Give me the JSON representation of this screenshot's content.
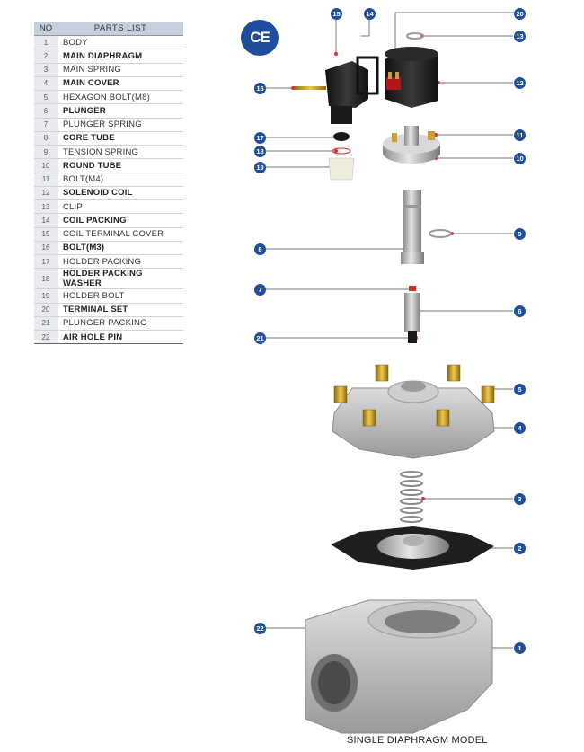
{
  "parts_list": {
    "header_no": "NO",
    "header_title": "PARTS  LIST",
    "items": [
      {
        "no": "1",
        "name": "BODY",
        "bold": false
      },
      {
        "no": "2",
        "name": "MAIN DIAPHRAGM",
        "bold": true
      },
      {
        "no": "3",
        "name": "MAIN SPRING",
        "bold": false
      },
      {
        "no": "4",
        "name": "MAIN COVER",
        "bold": true
      },
      {
        "no": "5",
        "name": "HEXAGON BOLT(M8)",
        "bold": false
      },
      {
        "no": "6",
        "name": "PLUNGER",
        "bold": true
      },
      {
        "no": "7",
        "name": "PLUNGER SPRING",
        "bold": false
      },
      {
        "no": "8",
        "name": "CORE TUBE",
        "bold": true
      },
      {
        "no": "9",
        "name": "TENSION SPRING",
        "bold": false
      },
      {
        "no": "10",
        "name": "ROUND TUBE",
        "bold": true
      },
      {
        "no": "11",
        "name": "BOLT(M4)",
        "bold": false
      },
      {
        "no": "12",
        "name": "SOLENOID COIL",
        "bold": true
      },
      {
        "no": "13",
        "name": "CLIP",
        "bold": false
      },
      {
        "no": "14",
        "name": "COIL PACKING",
        "bold": true
      },
      {
        "no": "15",
        "name": "COIL TERMINAL COVER",
        "bold": false
      },
      {
        "no": "16",
        "name": "BOLT(M3)",
        "bold": true
      },
      {
        "no": "17",
        "name": "HOLDER PACKING",
        "bold": false
      },
      {
        "no": "18",
        "name": "HOLDER PACKING WASHER",
        "bold": true
      },
      {
        "no": "19",
        "name": "HOLDER BOLT",
        "bold": false
      },
      {
        "no": "20",
        "name": "TERMINAL SET",
        "bold": true
      },
      {
        "no": "21",
        "name": "PLUNGER PACKING",
        "bold": false
      },
      {
        "no": "22",
        "name": "AIR HOLE PIN",
        "bold": true
      }
    ]
  },
  "ce_mark": "CE",
  "callouts": [
    "1",
    "2",
    "3",
    "4",
    "5",
    "6",
    "7",
    "8",
    "9",
    "10",
    "11",
    "12",
    "13",
    "14",
    "15",
    "16",
    "17",
    "18",
    "19",
    "20",
    "21",
    "22"
  ],
  "caption": "SINGLE DIAPHRAGM MODEL",
  "colors": {
    "callout": "#1f4f9c",
    "leader_dot": "#e03030",
    "header_bg": "#c7cedc"
  }
}
